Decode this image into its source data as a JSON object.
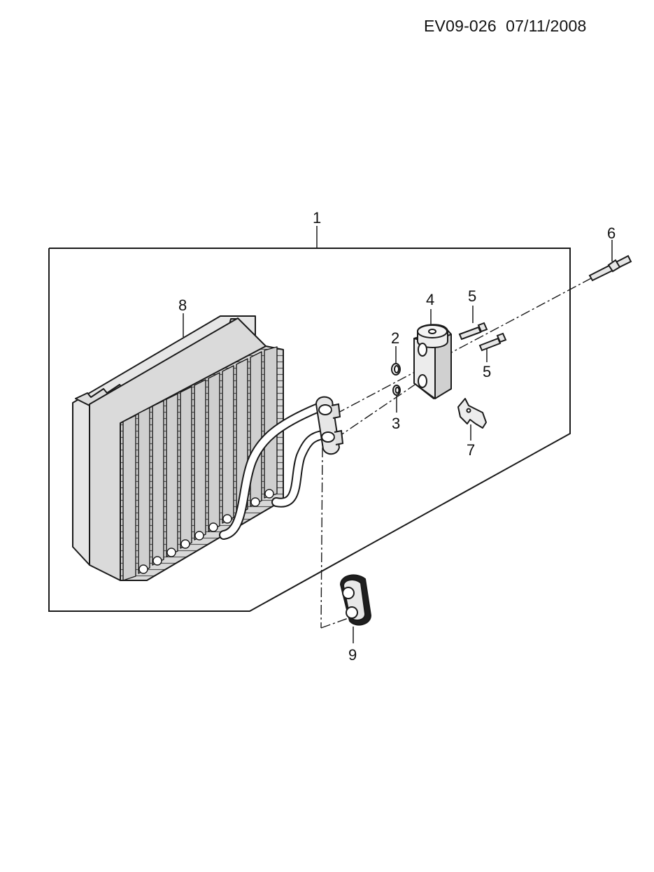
{
  "header": {
    "code": "EV09-026  07/11/2008"
  },
  "callouts": [
    "1",
    "2",
    "3",
    "4",
    "5",
    "5",
    "6",
    "7",
    "8",
    "9"
  ],
  "colors": {
    "line": "#1a1a1a",
    "part_fill": "#d9d9d9",
    "part_fill_light": "#eeeeee",
    "background": "#ffffff"
  }
}
